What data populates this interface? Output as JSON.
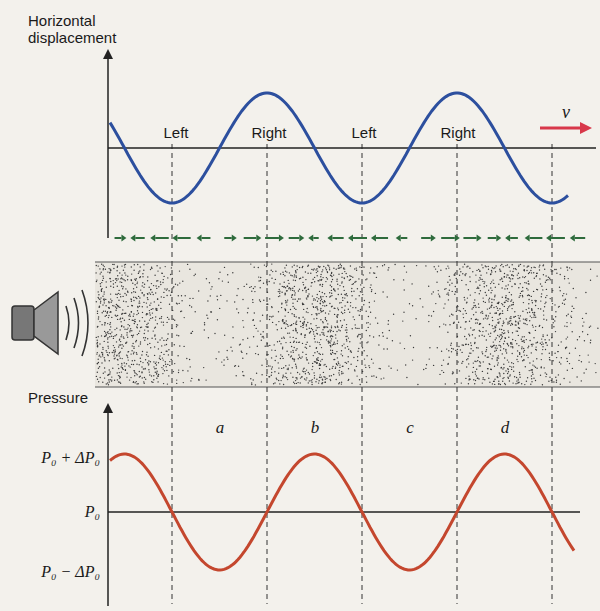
{
  "diagram": {
    "labels": [
      "Horizontal displacement",
      "Left",
      "Right",
      "Left",
      "Right",
      "v",
      "Pressure",
      "P₀ + ΔP₀",
      "P₀",
      "P₀ − ΔP₀",
      "a",
      "b",
      "c",
      "d"
    ]
  }
}
